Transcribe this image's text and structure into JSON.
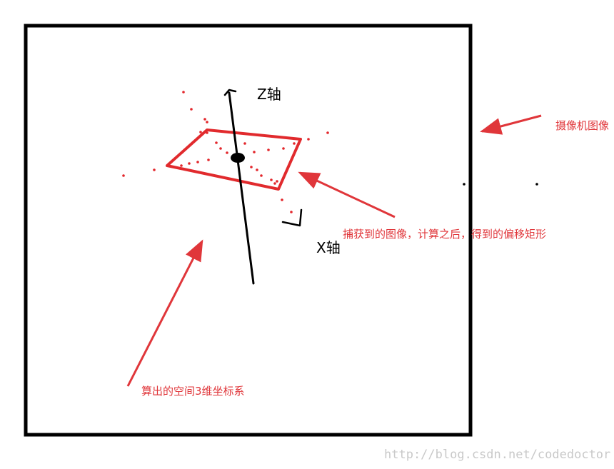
{
  "colors": {
    "annotation": "#e0363a",
    "frame": "#000000",
    "rectangle": "#e12a2d",
    "points": "#e3262b",
    "watermark": "#c9c9c9"
  },
  "labels": {
    "z_axis": "Z轴",
    "x_axis": "X轴",
    "camera_image": "摄像机图像",
    "offset_rectangle": "捕获到的图像，计算之后，得到的偏移矩形",
    "coordinate_system": "算出的空间3维坐标系"
  },
  "watermark": "http://blog.csdn.net/codedoctor"
}
